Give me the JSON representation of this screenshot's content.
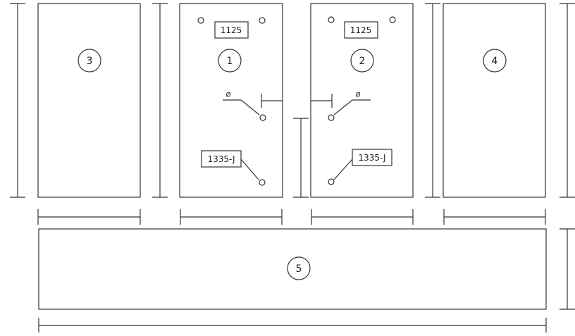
{
  "panels": [
    {
      "id": "3",
      "label": "3"
    },
    {
      "id": "1",
      "label": "1",
      "part_number": "1125",
      "connector_label": "1335-J"
    },
    {
      "id": "2",
      "label": "2",
      "part_number": "1125",
      "connector_label": "1335-J"
    },
    {
      "id": "4",
      "label": "4"
    },
    {
      "id": "5",
      "label": "5"
    }
  ],
  "symbols": {
    "diameter_glyph": "⌀"
  },
  "colors": {
    "stroke": "#333333",
    "background": "#ffffff"
  }
}
